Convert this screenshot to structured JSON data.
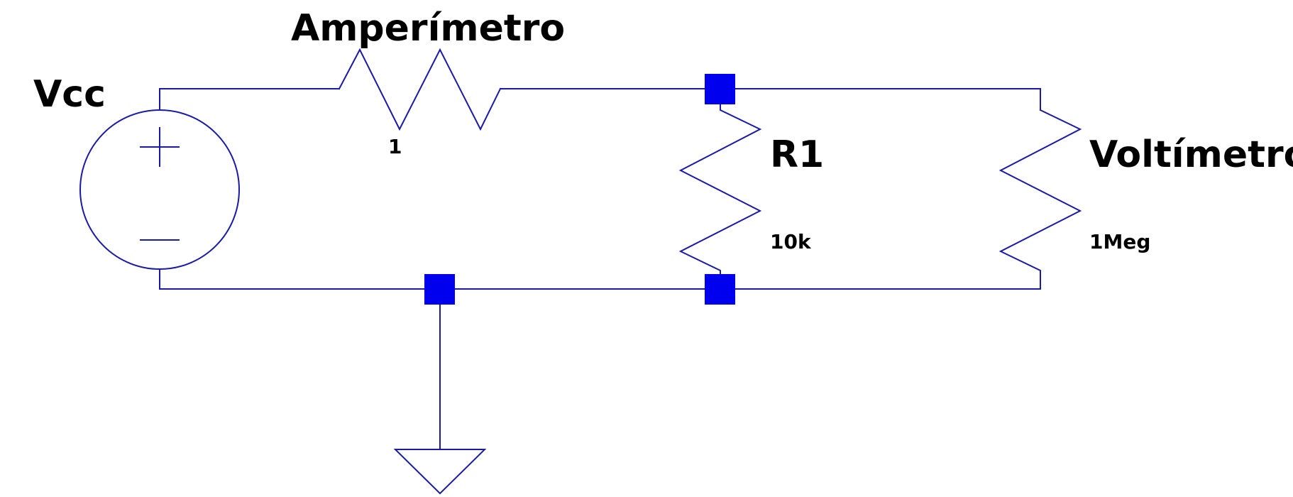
{
  "schematic": {
    "colors": {
      "wire": "#1a1aa8",
      "junction": "#0000ee",
      "text": "#000000",
      "background": "#ffffff"
    },
    "source": {
      "name": "Vcc",
      "plus_icon": "plus-icon",
      "minus_icon": "minus-icon"
    },
    "ammeter": {
      "name": "Amperímetro",
      "value": "1"
    },
    "r1": {
      "name": "R1",
      "value": "10k"
    },
    "voltmeter": {
      "name": "Voltímetro",
      "value": "1Meg"
    },
    "ground_icon": "ground-icon"
  }
}
